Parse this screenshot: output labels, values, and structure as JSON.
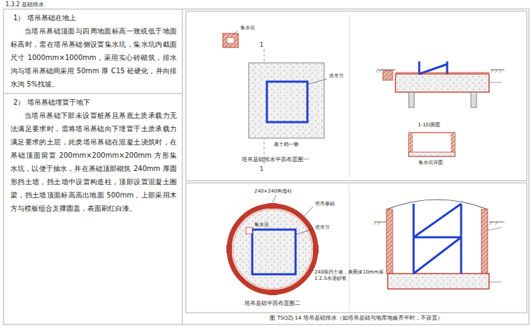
{
  "diagram": {
    "title": "1.3.2 基础排水",
    "caption": "图 TSQZJ-14   塔吊基础排水（如塔吊基础与地库地板齐平时，不设置）",
    "nodes": [
      {
        "text": [
          "1） 塔吊基础在地上",
          "当塔吊基础顶面与四周地面标高一致或低于地面标高时，需在塔吊基础侧设置集水坑，集水坑内截面尺寸 1000mm×1000mm，采用实心砖砌筑，排水沟与塔吊基础间采用 50mm 厚 C15 砼硬化，并向排水沟 5%找坡。"
        ]
      },
      {
        "text": [
          "2） 塔吊基础埋置于地下",
          "当塔吊基础下部未设置桩基且基底土质承载力无法满足要求时，需将塔吊基础向下埋置于土质承载力满足要求的土层，此类塔吊基础在混凝土浇筑时，在基础顶面留置 200mm×200mm×200mm 方形集水坑，以便于抽水，并在基础顶部砌筑 240mm 厚圆形挡土墙，挡土墙中设置构造柱，顶部设置混凝土圈梁，挡土墙顶面标高高出地面 500mm，上部采用木方与模板组合支撑圆盖，表面刷红白漆。"
        ]
      }
    ],
    "labels": [
      "集水坑",
      "1",
      "1",
      "塔吊节",
      "基土稍一侧",
      "塔吊基础排水平面布置图一",
      "1-1剖面图",
      "集水坑详图",
      "240×240构造柱",
      "塔吊基础",
      "塔吊节",
      "集水坑",
      "240厚挡土墙，表面抹10mm厚1:2.5水泥砂浆",
      "塔吊基础平面布置图二"
    ]
  }
}
